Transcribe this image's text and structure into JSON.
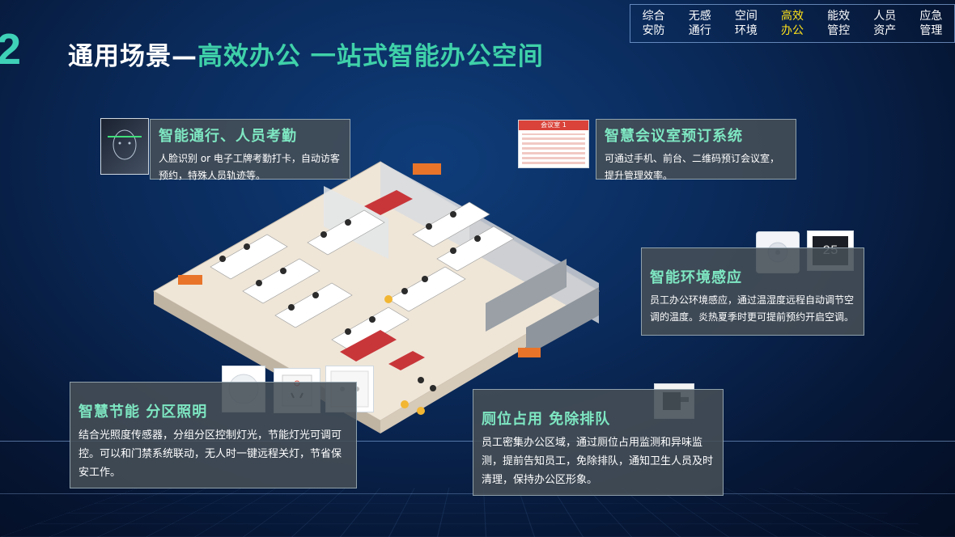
{
  "page": {
    "number": "2"
  },
  "title": {
    "part1": "通用场景—",
    "part2": "高效办公 一站式智能办公空间"
  },
  "nav": {
    "items": [
      {
        "line1": "综合",
        "line2": "安防"
      },
      {
        "line1": "无感",
        "line2": "通行"
      },
      {
        "line1": "空间",
        "line2": "环境"
      },
      {
        "line1": "高效",
        "line2": "办公"
      },
      {
        "line1": "能效",
        "line2": "管控"
      },
      {
        "line1": "人员",
        "line2": "资产"
      },
      {
        "line1": "应急",
        "line2": "管理"
      }
    ],
    "active_index": 3
  },
  "cards": {
    "access": {
      "title": "智能通行、人员考勤",
      "desc": "人脸识别 or 电子工牌考勤打卡，自动访客预约，特殊人员轨迹等。"
    },
    "meeting": {
      "title": "智慧会议室预订系统",
      "desc": "可通过手机、前台、二维码预订会议室，提升管理效率。",
      "thumb_label": "会议室 1"
    },
    "env": {
      "title": "智能环境感应",
      "desc": "员工办公环境感应，通过温湿度远程自动调节空调的温度。炎热夏季时更可提前预约开启空调。",
      "thermo_value": "25"
    },
    "lighting": {
      "title": "智慧节能 分区照明",
      "desc": "结合光照度传感器，分组分区控制灯光，节能灯光可调可控。可以和门禁系统联动，无人时一键远程关灯，节省保安工作。"
    },
    "toilet": {
      "title": "厕位占用 免除排队",
      "desc": "员工密集办公区域，通过厕位占用监测和异味监测，提前告知员工，免除排队，通知卫生人员及时清理，保持办公区形象。"
    }
  },
  "colors": {
    "accent_green": "#3fd1a9",
    "nav_active": "#ffe21a",
    "card_title": "#7ee7c2"
  }
}
